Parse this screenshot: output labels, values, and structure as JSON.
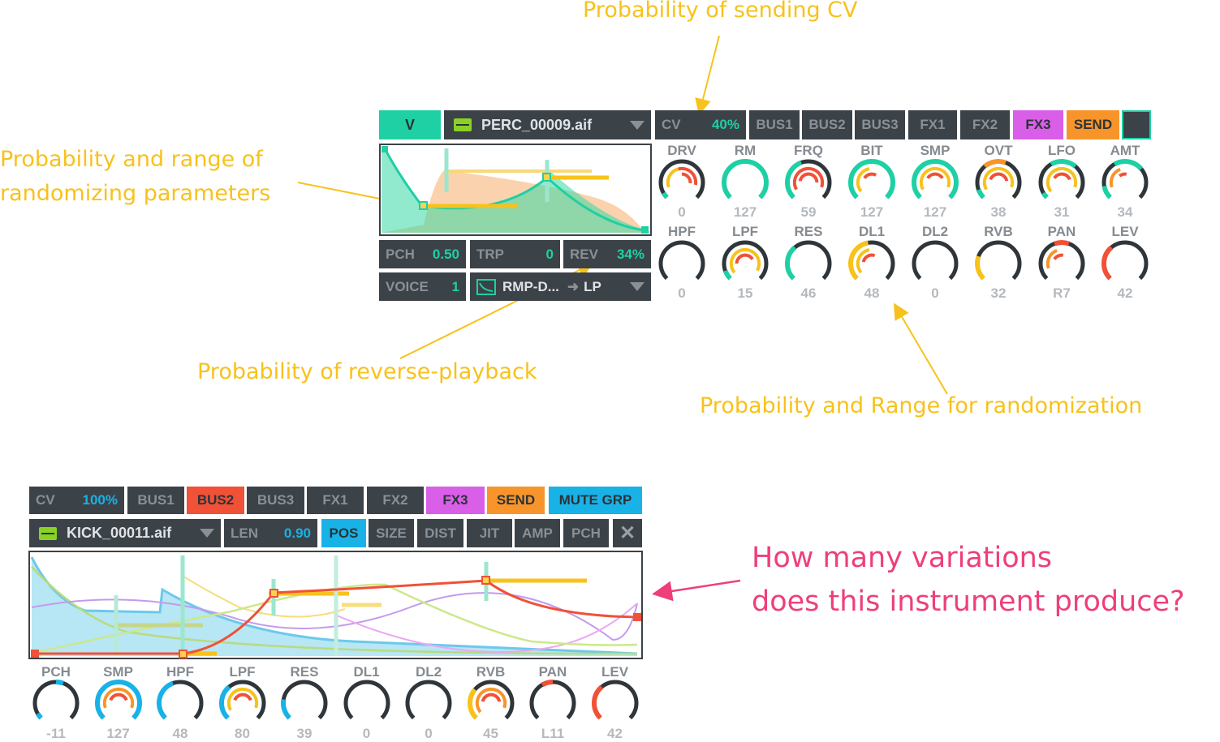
{
  "annotations": {
    "cv_probability": "Probability of sending CV",
    "param_range_line1": "Probability and range of",
    "param_range_line2": "randomizing parameters",
    "reverse": "Probability of reverse-playback",
    "randomization": "Probability and Range for randomization",
    "question_line1": "How many variations",
    "question_line2": "does this instrument produce?"
  },
  "colors": {
    "teal": "#1ed0a4",
    "blue": "#19b2e6",
    "red": "#f05137",
    "orange": "#f7952b",
    "yellow": "#f7c21b",
    "magenta": "#d95ee8",
    "panel": "#3b4248",
    "annotation_pink": "#ee3f7b"
  },
  "top": {
    "voice_button": "V",
    "sample": {
      "icon": "waveform-icon",
      "name": "PERC_00009.aif"
    },
    "cv": {
      "label": "CV",
      "value": "40%"
    },
    "buses": [
      "BUS1",
      "BUS2",
      "BUS3",
      "FX1",
      "FX2",
      "FX3",
      "SEND"
    ],
    "pch": {
      "label": "PCH",
      "value": "0.50"
    },
    "trp": {
      "label": "TRP",
      "value": "0"
    },
    "rev": {
      "label": "REV",
      "value": "34%"
    },
    "voice": {
      "label": "VOICE",
      "value": "1"
    },
    "mode": {
      "icon": "ramp-down-icon",
      "text": "RMP-D...",
      "target": "LP"
    },
    "knobs_row1": [
      {
        "label": "DRV",
        "value": "0"
      },
      {
        "label": "RM",
        "value": "127"
      },
      {
        "label": "FRQ",
        "value": "59"
      },
      {
        "label": "BIT",
        "value": "127"
      },
      {
        "label": "SMP",
        "value": "127"
      },
      {
        "label": "OVT",
        "value": "38"
      },
      {
        "label": "LFO",
        "value": "31"
      },
      {
        "label": "AMT",
        "value": "34"
      }
    ],
    "knobs_row2": [
      {
        "label": "HPF",
        "value": "0"
      },
      {
        "label": "LPF",
        "value": "15"
      },
      {
        "label": "RES",
        "value": "46"
      },
      {
        "label": "DL1",
        "value": "48"
      },
      {
        "label": "DL2",
        "value": "0"
      },
      {
        "label": "RVB",
        "value": "32"
      },
      {
        "label": "PAN",
        "value": "R7"
      },
      {
        "label": "LEV",
        "value": "42"
      }
    ]
  },
  "bottom": {
    "cv": {
      "label": "CV",
      "value": "100%"
    },
    "buses": [
      "BUS1",
      "BUS2",
      "BUS3",
      "FX1",
      "FX2",
      "FX3",
      "SEND",
      "MUTE GRP"
    ],
    "sample": {
      "icon": "waveform-icon",
      "name": "KICK_00011.aif"
    },
    "len": {
      "label": "LEN",
      "value": "0.90"
    },
    "params": [
      "POS",
      "SIZE",
      "DIST",
      "JIT",
      "AMP",
      "PCH"
    ],
    "close_icon": "close-icon",
    "knobs": [
      {
        "label": "PCH",
        "value": "-11"
      },
      {
        "label": "SMP",
        "value": "127"
      },
      {
        "label": "HPF",
        "value": "48"
      },
      {
        "label": "LPF",
        "value": "80"
      },
      {
        "label": "RES",
        "value": "39"
      },
      {
        "label": "DL1",
        "value": "0"
      },
      {
        "label": "DL2",
        "value": "0"
      },
      {
        "label": "RVB",
        "value": "45"
      },
      {
        "label": "PAN",
        "value": "L11"
      },
      {
        "label": "LEV",
        "value": "42"
      }
    ]
  }
}
